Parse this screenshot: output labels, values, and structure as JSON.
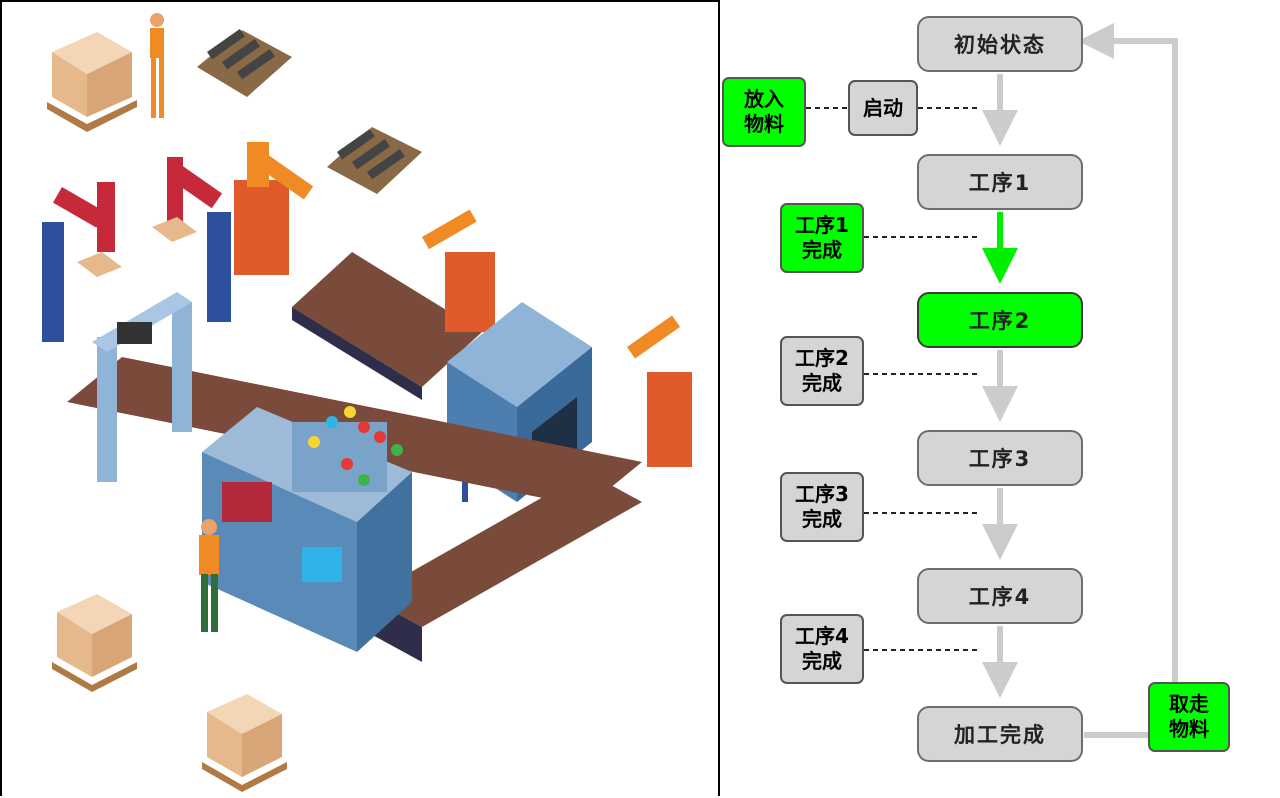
{
  "flow": {
    "states": {
      "init": "初始状态",
      "step1": "工序1",
      "step2": "工序2",
      "step3": "工序3",
      "step4": "工序4",
      "done": "加工完成"
    },
    "signals": {
      "load_line1": "放入",
      "load_line2": "物料",
      "start": "启动",
      "s1_line1": "工序1",
      "s1_line2": "完成",
      "s2_line1": "工序2",
      "s2_line2": "完成",
      "s3_line1": "工序3",
      "s3_line2": "完成",
      "s4_line1": "工序4",
      "s4_line2": "完成",
      "take_line1": "取走",
      "take_line2": "物料"
    },
    "colors": {
      "active": "#00ff00",
      "inactive": "#d5d5d5",
      "arrow": "#cccccc",
      "active_arrow": "#00ee00"
    }
  }
}
